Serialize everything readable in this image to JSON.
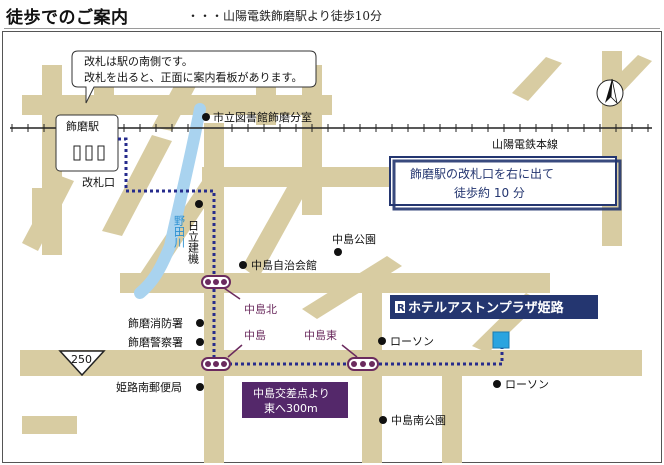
{
  "title": {
    "main": "徒歩でのご案内",
    "sub": "・・・山陽電鉄飾磨駅より徒歩10分"
  },
  "callout": {
    "line1": "改札は駅の南側です。",
    "line2": "改札を出ると、正面に案内看板があります。"
  },
  "station": {
    "name": "飾磨駅",
    "gate": "改札口",
    "railway": "山陽電鉄本線"
  },
  "river": "野田川",
  "landmarks": {
    "library": "市立図書館飾磨分室",
    "hitachi": "日立建機",
    "park_nakajima": "中島公園",
    "jichikaikan": "中島自治会館",
    "fire": "飾磨消防署",
    "police": "飾磨警察署",
    "post": "姫路南郵便局",
    "lawson1": "ローソン",
    "lawson2": "ローソン",
    "park_nakajima_south": "中島南公園"
  },
  "signals": {
    "north": "中島北",
    "center": "中島",
    "east": "中島東"
  },
  "route_box": {
    "line1": "飾磨駅の改札口を右に出て",
    "line2": "徒歩約 10 分"
  },
  "hotel": "ホテルアストンプラザ姫路",
  "route250": "250",
  "intersection_box": {
    "line1": "中島交差点より",
    "line2": "東へ300m"
  },
  "colors": {
    "road": "#d8cca2",
    "river": "#a9d3ef",
    "route": "#262b8c",
    "signal": "#6b2b5e",
    "navy": "#243670",
    "purple": "#54286a",
    "hotel_marker": "#2aa4e0"
  },
  "icons": {
    "compass": "north-arrow-icon",
    "hotel_logo": "hotel-logo-icon"
  }
}
